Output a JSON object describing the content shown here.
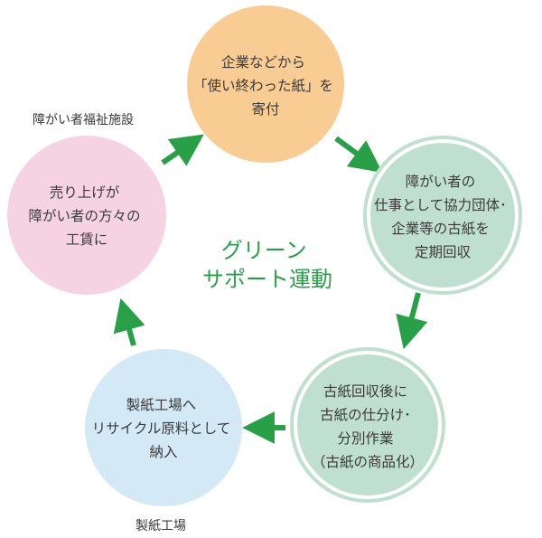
{
  "center": {
    "line1": "グリーン",
    "line2": "サポート運動"
  },
  "nodes": {
    "company": {
      "lines": [
        "企業などから",
        "「使い終わった紙」を",
        "寄付"
      ],
      "fill": "#f8cc92"
    },
    "collect": {
      "lines": [
        "障がい者の",
        "仕事として協力団体･",
        "企業等の古紙を",
        "定期回収"
      ],
      "fill": "#bfe0d1"
    },
    "sort": {
      "lines": [
        "古紙回収後に",
        "古紙の仕分け･",
        "分別作業",
        "（古紙の商品化）"
      ],
      "fill": "#bfe0d1"
    },
    "factory": {
      "lines": [
        "製紙工場へ",
        "リサイクル原料として",
        "納入"
      ],
      "fill": "#d3e9f6"
    },
    "wage": {
      "lines": [
        "売り上げが",
        "障がい者の方々の",
        "工賃に"
      ],
      "fill": "#f5d3e2"
    }
  },
  "captions": {
    "welfare": "障がい者福祉施設",
    "paper_mill": "製紙工場"
  },
  "colors": {
    "arrow": "#27a048",
    "ring": "#bfe0d1",
    "text": "#3a3a3a"
  }
}
